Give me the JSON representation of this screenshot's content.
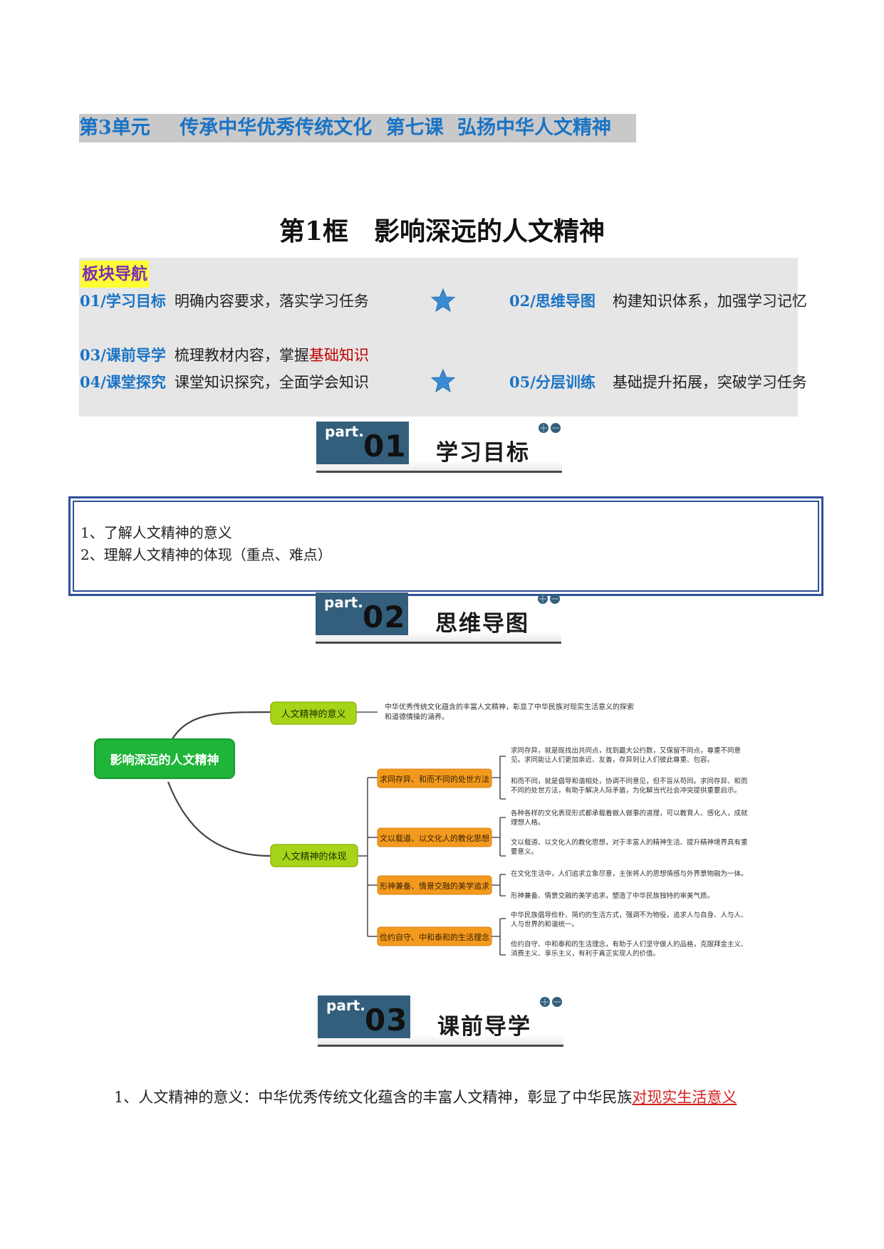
{
  "header": {
    "unit": "第3单元",
    "unit_title": "传承中华优秀传统文化",
    "lesson": "第七课",
    "lesson_title": "弘扬中华人文精神"
  },
  "frame_title": "第1框　影响深远的人文精神",
  "nav": {
    "title": "板块导航",
    "items": [
      {
        "key": "01/学习目标",
        "text": "明确内容要求，落实学习任务"
      },
      {
        "key": "02/思维导图",
        "text": "构建知识体系，加强学习记忆"
      },
      {
        "key": "03/课前导学",
        "text": "梳理教材内容，掌握",
        "red": "基础知识"
      },
      {
        "key": "04/课堂探究",
        "text": "课堂知识探究，全面学会知识"
      },
      {
        "key": "05/分层训练",
        "text": "基础提升拓展，突破学习任务"
      }
    ]
  },
  "parts": [
    {
      "word": "part.",
      "num": "01",
      "label": "学习目标"
    },
    {
      "word": "part.",
      "num": "02",
      "label": "思维导图"
    },
    {
      "word": "part.",
      "num": "03",
      "label": "课前导学"
    }
  ],
  "objectives": [
    "1、了解人文精神的意义",
    "2、理解人文精神的体现（重点、难点）"
  ],
  "mindmap": {
    "root": "影响深远的人文精神",
    "meaning": {
      "label": "人文精神的意义",
      "desc1": "中华优秀传统文化蕴含的丰富人文精神，彰显了中华民族对现实生活意义的探索",
      "desc2": "和道德情操的涵养。"
    },
    "embody": {
      "label": "人文精神的体现",
      "branches": [
        {
          "label": "求同存异、和而不同的处世方法",
          "notes": [
            [
              "求同存异，就是既找出共同点，找到最大公约数，又保留不同点，尊重不同意",
              "见。求同能让人们更加亲近、友善，存异则让人们彼此尊重、包容。"
            ],
            [
              "和而不同，就是倡导和谐相处，协调不同意见，但不盲从苟同。求同存异、和而",
              "不同的处世方法，有助于解决人际矛盾，为化解当代社会冲突提供重要启示。"
            ]
          ]
        },
        {
          "label": "文以载道、以文化人的教化思想",
          "notes": [
            [
              "各种各样的文化表现形式都承载着做人做事的道理，可以教育人、感化人，成就",
              "理想人格。"
            ],
            [
              "文以载道、以文化人的教化思想，对于丰富人的精神生活、提升精神境界具有重",
              "要意义。"
            ]
          ]
        },
        {
          "label": "形神兼备、情景交融的美学追求",
          "notes": [
            [
              "在文化生活中，人们追求立象尽意，主张将人的思想情感与外界景物融为一体。"
            ],
            [
              "形神兼备、情景交融的美学追求，塑造了中华民族独特的审美气质。"
            ]
          ]
        },
        {
          "label": "俭约自守、中和泰和的生活理念",
          "notes": [
            [
              "中华民族倡导俭朴、简约的生活方式，强调不为物役，追求人与自身、人与人、",
              "人与世界的和谐统一。"
            ],
            [
              "俭约自守、中和泰和的生活理念，有助于人们坚守做人的品格，克服拜金主义、",
              "消费主义、享乐主义，有利于真正实现人的价值。"
            ]
          ]
        }
      ]
    }
  },
  "pre_study": {
    "text": "1、人文精神的意义：中华优秀传统文化蕴含的丰富人文精神，彰显了中华民族",
    "underlined": "对现实生活意义"
  },
  "colors": {
    "blue_heading": "#1a73c5",
    "root_green": "#1fb53a",
    "lime": "#a6d418",
    "orange": "#f39a1e"
  }
}
